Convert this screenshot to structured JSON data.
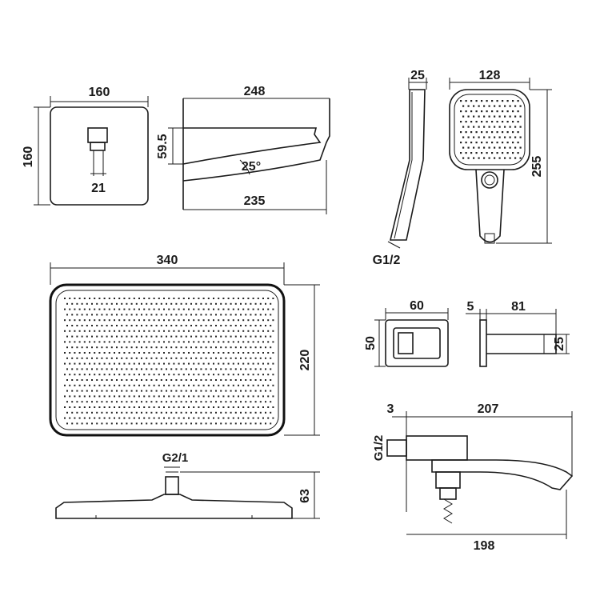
{
  "dimensions": {
    "plate_width": "160",
    "plate_height": "160",
    "valve_width": "21",
    "spout_length_top": "248",
    "spout_length_bottom": "235",
    "spout_height": "59.5",
    "spout_angle": "25°",
    "hand_shower_depth": "25",
    "hand_shower_width": "128",
    "hand_shower_length": "255",
    "hand_shower_thread": "G1/2",
    "head_width": "340",
    "head_depth": "220",
    "head_thread": "G2/1",
    "head_height": "63",
    "holder_width": "60",
    "holder_height": "50",
    "holder_plate": "5",
    "holder_length": "81",
    "holder_depth": "25",
    "tub_spout_offset": "3",
    "tub_spout_length_top": "207",
    "tub_spout_length_bottom": "198",
    "tub_spout_thread": "G1/2"
  }
}
